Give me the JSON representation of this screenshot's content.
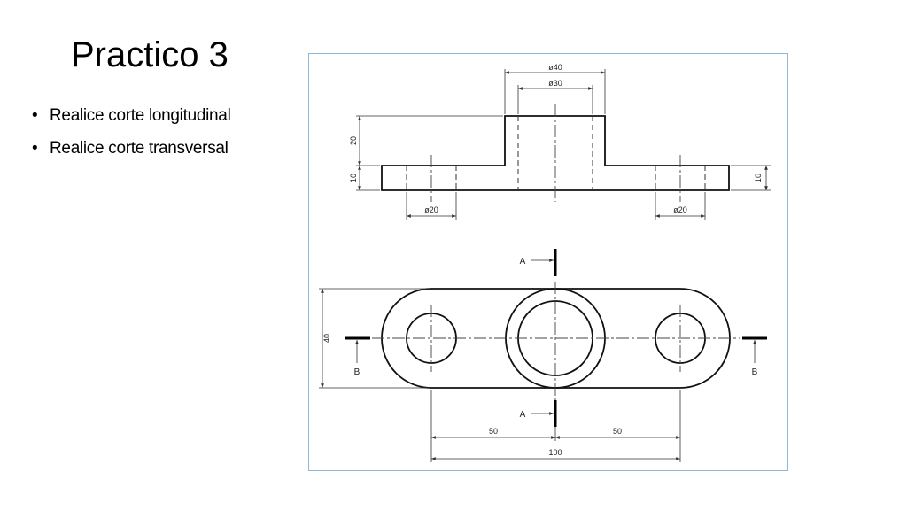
{
  "slide": {
    "title": "Practico 3",
    "bullets": [
      {
        "marker": "•",
        "text": "Realice corte longitudinal"
      },
      {
        "marker": "•",
        "text": "Realice corte transversal"
      }
    ]
  },
  "drawing": {
    "dims": {
      "outer_diameter": "ø40",
      "inner_diameter": "ø30",
      "boss_height": "20",
      "base_left": "10",
      "base_right": "10",
      "hole_left": "ø20",
      "hole_right": "ø20",
      "plan_height": "40",
      "spacing_left": "50",
      "spacing_right": "50",
      "overall_length": "100"
    },
    "section_labels": {
      "a_top": "A",
      "a_bottom": "A",
      "b_left": "B",
      "b_right": "B"
    }
  }
}
